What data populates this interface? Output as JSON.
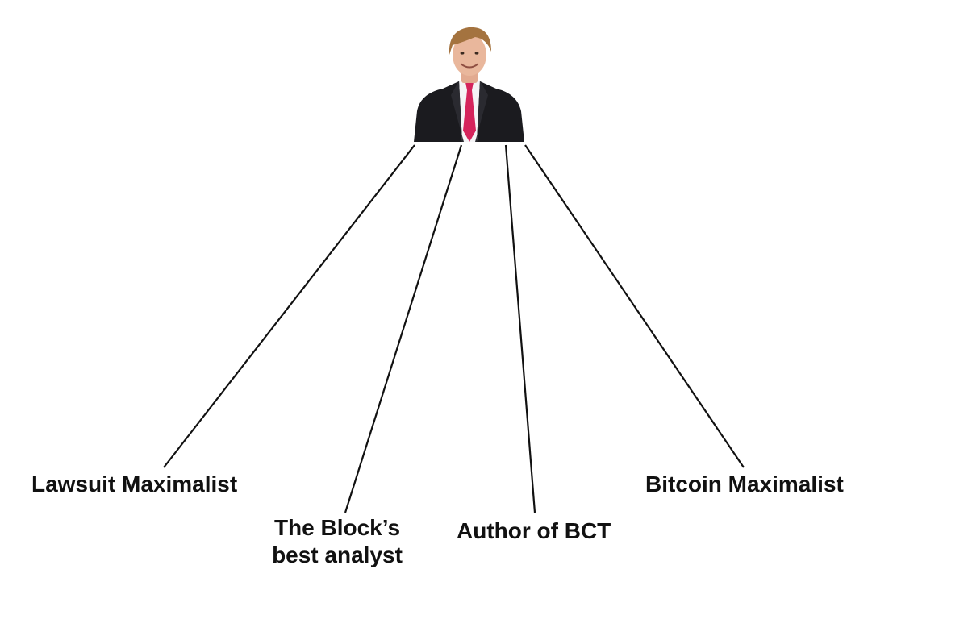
{
  "diagram": {
    "labels": {
      "lawsuit": "Lawsuit Maximalist",
      "block_line1": "The Block’s",
      "block_line2": "best analyst",
      "author": "Author of BCT",
      "bitcoin": "Bitcoin Maximalist"
    },
    "person": {
      "icon": "person-photo",
      "colors": {
        "suit": "#1b1b1f",
        "shirt": "#f4f4f6",
        "tie": "#d5245c",
        "skin": "#e9b79c",
        "hair": "#a4733f"
      }
    },
    "line_color": "#111111"
  }
}
